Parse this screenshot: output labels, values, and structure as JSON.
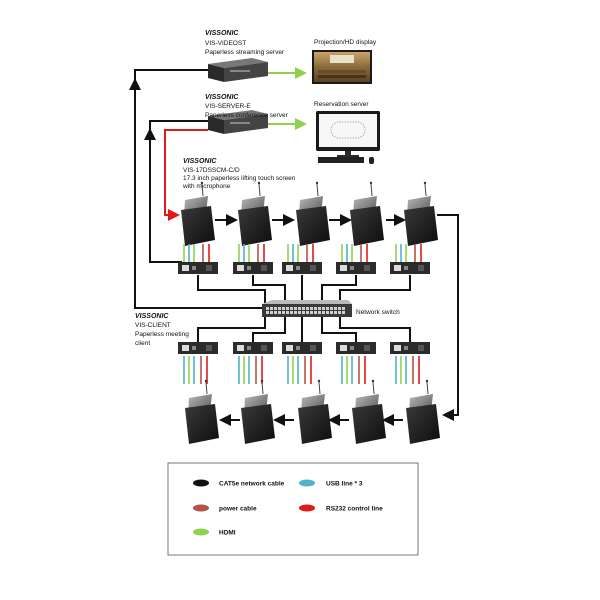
{
  "devices": {
    "streaming_server": {
      "brand": "VISSONIC",
      "model": "VIS-VIDEOST",
      "desc": "Paperless streaming server"
    },
    "conference_server": {
      "brand": "VISSONIC",
      "model": "VIS-SERVER-E",
      "desc": "Paperless conference server"
    },
    "touch_screen": {
      "brand": "VISSONIC",
      "model": "VIS-17DSSCM-C/D",
      "desc_line1": "17.3 inch paperless lifting touch screen",
      "desc_line2": "with microphone"
    },
    "client": {
      "brand": "VISSONIC",
      "model": "VIS-CLIENT",
      "desc_line1": "Paperless meeting",
      "desc_line2": "client"
    }
  },
  "labels": {
    "projection": "Projection/HD display",
    "reservation": "Reservation server",
    "network_switch": "Network switch"
  },
  "legend": {
    "cat5e": "CAT5e network cable",
    "usb": "USB line * 3",
    "power": "power cable",
    "rs232": "RS232 control line",
    "hdmi": "HDMI"
  },
  "colors": {
    "cat5e": "#111111",
    "usb": "#4fb3c9",
    "power": "#b5534a",
    "rs232": "#e01a1a",
    "hdmi": "#8fd14f"
  }
}
